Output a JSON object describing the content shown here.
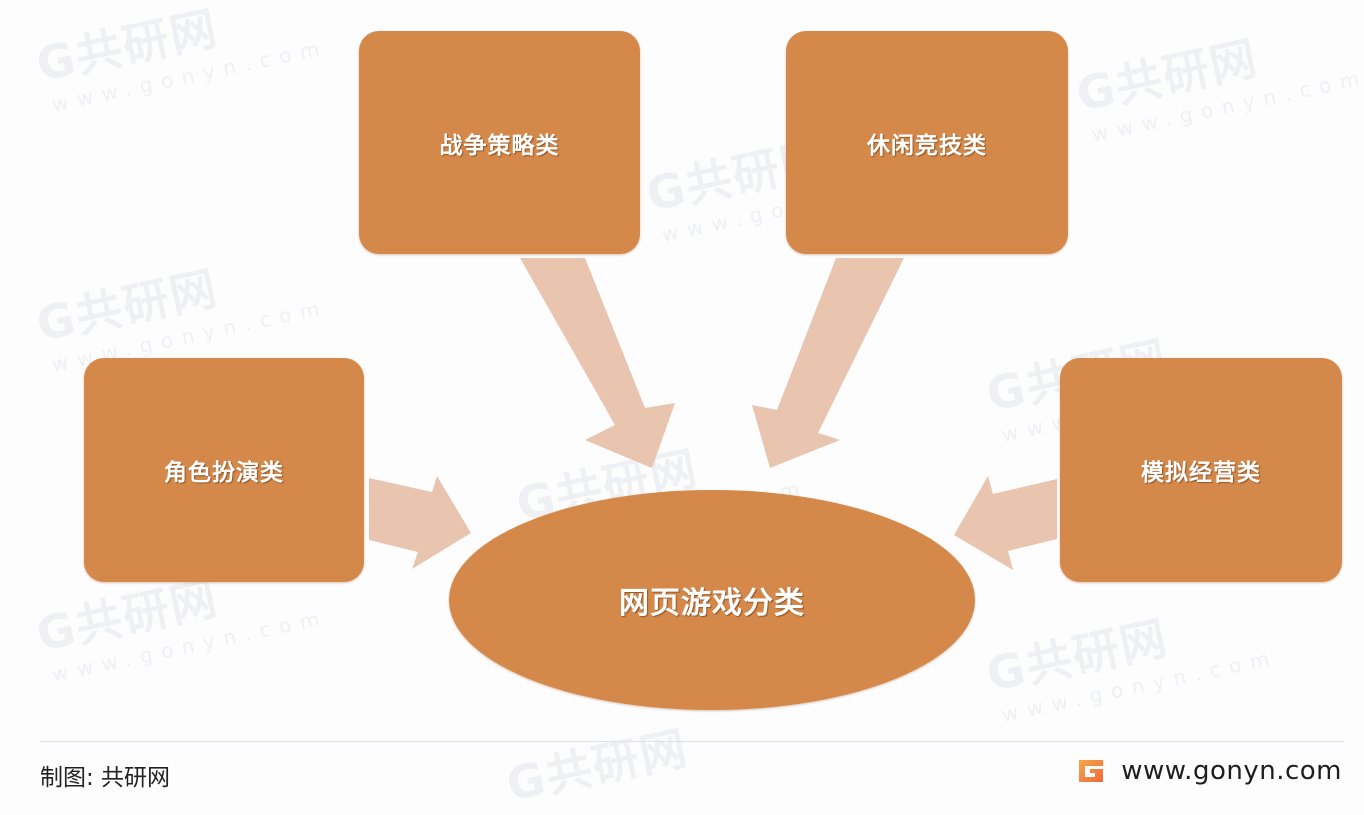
{
  "diagram": {
    "center": {
      "label": "网页游戏分类"
    },
    "categories": [
      {
        "id": "strategy",
        "label": "战争策略类"
      },
      {
        "id": "casual",
        "label": "休闲竞技类"
      },
      {
        "id": "rpg",
        "label": "角色扮演类"
      },
      {
        "id": "simulation",
        "label": "模拟经营类"
      }
    ],
    "colors": {
      "box_fill": "#d4894a",
      "arrow_fill": "#e9c4ae",
      "text": "#ffffff"
    }
  },
  "watermark": {
    "brand": "G共研网",
    "url": "www.gonyn.com"
  },
  "footer": {
    "credit": "制图: 共研网",
    "brand_url": "www.gonyn.com",
    "logo_icon": "gonyn-logo-icon"
  }
}
